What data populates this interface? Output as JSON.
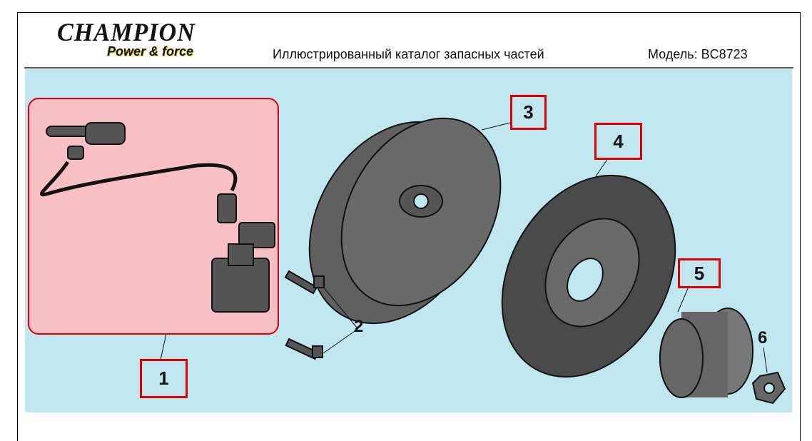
{
  "header": {
    "logo_brand": "CHAMPION",
    "logo_tagline": "Power & force",
    "title": "Иллюстрированный каталог запасных частей",
    "model": "Модель: BC8723"
  },
  "callouts": [
    {
      "number": "1",
      "part": "ignition-coil",
      "highlighted": true
    },
    {
      "number": "2",
      "part": "bolt",
      "highlighted": false
    },
    {
      "number": "3",
      "part": "flywheel",
      "highlighted": true
    },
    {
      "number": "4",
      "part": "fan",
      "highlighted": true
    },
    {
      "number": "5",
      "part": "starter-cup",
      "highlighted": true
    },
    {
      "number": "6",
      "part": "nut",
      "highlighted": false
    }
  ],
  "colors": {
    "background": "#c0e6ef",
    "highlight": "#f8c0c4",
    "callout_border": "#e00000"
  }
}
